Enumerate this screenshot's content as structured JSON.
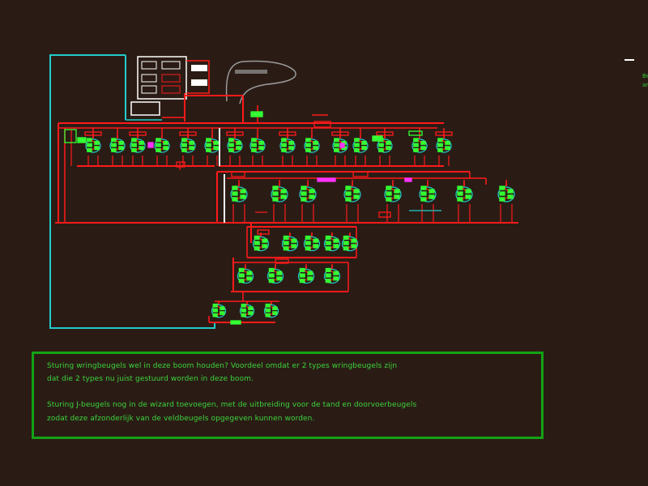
{
  "note": {
    "lines": [
      "Sturing wringbeugels wel in deze boom houden? Voordeel omdat er 2 types wringbeugels zijn",
      "dat die 2 types nu juist gestuurd worden in deze boom.",
      "Sturing J-beugels nog in de wizard toevoegen, met de uitbreiding voor de tand en doorvoerbeugels",
      "zodat deze afzonderlijk van de veldbeugels opgegeven kunnen worden."
    ]
  },
  "edge_labels": [
    "Be",
    "ar"
  ],
  "colors": {
    "background": "#2a1c15",
    "link": "#ff1a1a",
    "node": "#33ff33",
    "frame": "#22cccc",
    "note_border": "#14a114",
    "note_text": "#3cd43c",
    "highlight": "#ff33ff",
    "trunk": "#ffffff"
  }
}
